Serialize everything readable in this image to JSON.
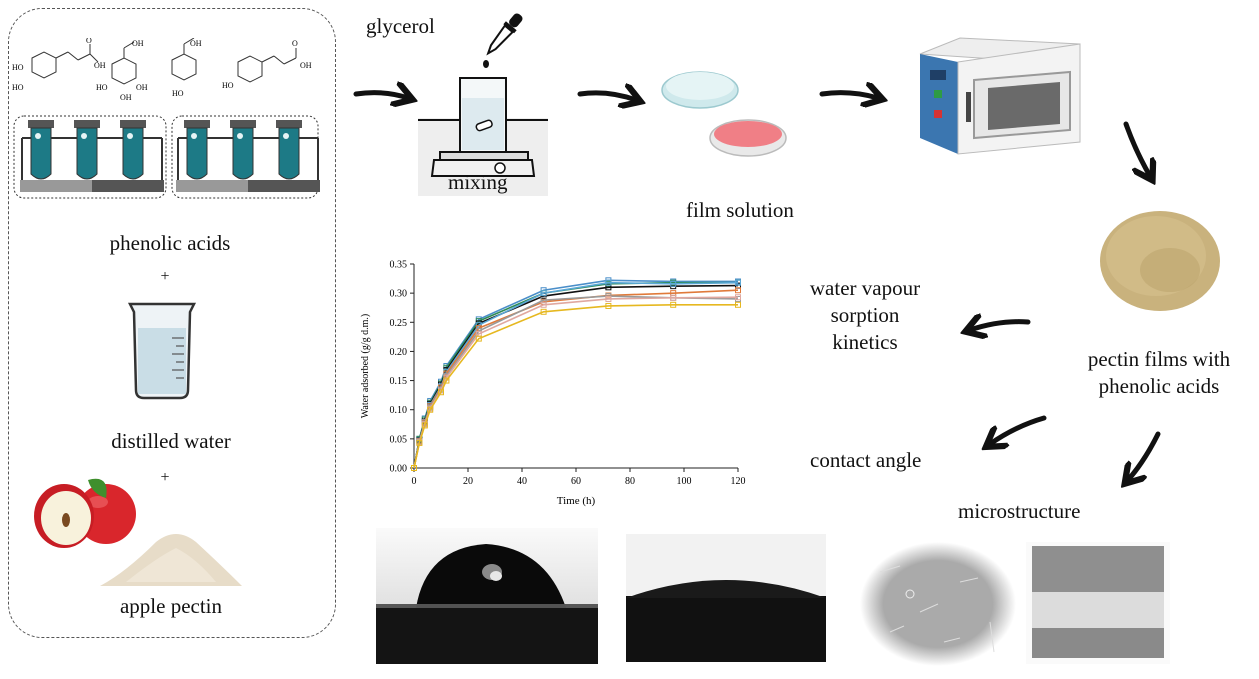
{
  "ingredients_panel": {
    "phenolic_label": "phenolic acids",
    "plus1": "+",
    "water_label": "distilled water",
    "plus2": "+",
    "pectin_label": "apple pectin"
  },
  "process": {
    "glycerol_label": "glycerol",
    "mixing_label": "mixing",
    "film_solution_label": "film solution"
  },
  "outputs": {
    "pectin_films_label_line1": "pectin films with",
    "pectin_films_label_line2": "phenolic acids",
    "sorption_label_line1": "water vapour",
    "sorption_label_line2": "sorption",
    "sorption_label_line3": "kinetics",
    "contact_angle_label": "contact angle",
    "microstructure_label": "microstructure"
  },
  "icons": [
    "caffeic-acid-structure-icon",
    "gallic-acid-structure-icon",
    "protocatechuic-acid-structure-icon",
    "p-coumaric-acid-structure-icon",
    "test-tube-rack-icon",
    "beaker-icon",
    "apple-icon",
    "pectin-powder-icon",
    "dropper-icon",
    "magnetic-stirrer-icon",
    "petri-dish-icon",
    "drying-oven-icon",
    "film-disc-icon",
    "arrow-icon"
  ],
  "colors": {
    "tube": "#1d7a86",
    "petri_pink": "#f07f86",
    "petri_blue": "#a8d6dc",
    "oven_blue": "#3b76b0",
    "film": "#c9b27d"
  },
  "chart_data": {
    "type": "line",
    "xlabel": "Time (h)",
    "ylabel": "Water adsorbed (g/g d.m.)",
    "xlim": [
      0,
      120
    ],
    "ylim": [
      0,
      0.35
    ],
    "xticks": [
      0,
      20,
      40,
      60,
      80,
      100,
      120
    ],
    "yticks": [
      0,
      0.05,
      0.1,
      0.15,
      0.2,
      0.25,
      0.3,
      0.35
    ],
    "x": [
      0,
      2,
      4,
      6,
      10,
      12,
      24,
      48,
      72,
      96,
      120
    ],
    "series": [
      {
        "color": "#4a8ec9",
        "values": [
          0,
          0.05,
          0.085,
          0.115,
          0.148,
          0.175,
          0.255,
          0.305,
          0.322,
          0.32,
          0.32
        ]
      },
      {
        "color": "#2e8b57",
        "values": [
          0,
          0.05,
          0.083,
          0.112,
          0.145,
          0.172,
          0.252,
          0.3,
          0.316,
          0.318,
          0.318
        ]
      },
      {
        "color": "#111111",
        "values": [
          0,
          0.048,
          0.08,
          0.11,
          0.143,
          0.168,
          0.248,
          0.295,
          0.31,
          0.312,
          0.313
        ]
      },
      {
        "color": "#5aa7d6",
        "values": [
          0,
          0.047,
          0.079,
          0.108,
          0.14,
          0.165,
          0.245,
          0.3,
          0.318,
          0.316,
          0.318
        ]
      },
      {
        "color": "#e07a3a",
        "values": [
          0,
          0.046,
          0.078,
          0.106,
          0.138,
          0.162,
          0.24,
          0.285,
          0.296,
          0.3,
          0.305
        ]
      },
      {
        "color": "#9a9a9a",
        "values": [
          0,
          0.045,
          0.076,
          0.104,
          0.135,
          0.158,
          0.235,
          0.288,
          0.295,
          0.292,
          0.29
        ]
      },
      {
        "color": "#e0a8a0",
        "values": [
          0,
          0.044,
          0.075,
          0.102,
          0.133,
          0.155,
          0.23,
          0.28,
          0.29,
          0.292,
          0.293
        ]
      },
      {
        "color": "#e6b820",
        "values": [
          0,
          0.043,
          0.073,
          0.1,
          0.13,
          0.15,
          0.222,
          0.268,
          0.278,
          0.28,
          0.28
        ]
      }
    ]
  }
}
